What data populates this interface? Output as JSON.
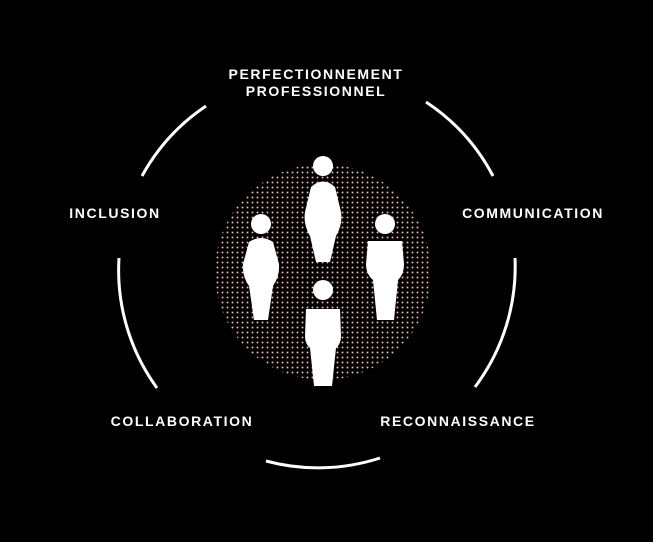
{
  "labels": {
    "top_line1": "PERFECTIONNEMENT",
    "top_line2": "PROFESSIONNEL",
    "left": "INCLUSION",
    "right": "COMMUNICATION",
    "bottom_left": "COLLABORATION",
    "bottom_right": "RECONNAISSANCE"
  },
  "colors": {
    "background": "#000000",
    "foreground": "#ffffff",
    "dot_pattern": "#e8b4b0"
  },
  "icons": [
    "person-icon",
    "person-icon",
    "person-icon",
    "person-icon"
  ]
}
